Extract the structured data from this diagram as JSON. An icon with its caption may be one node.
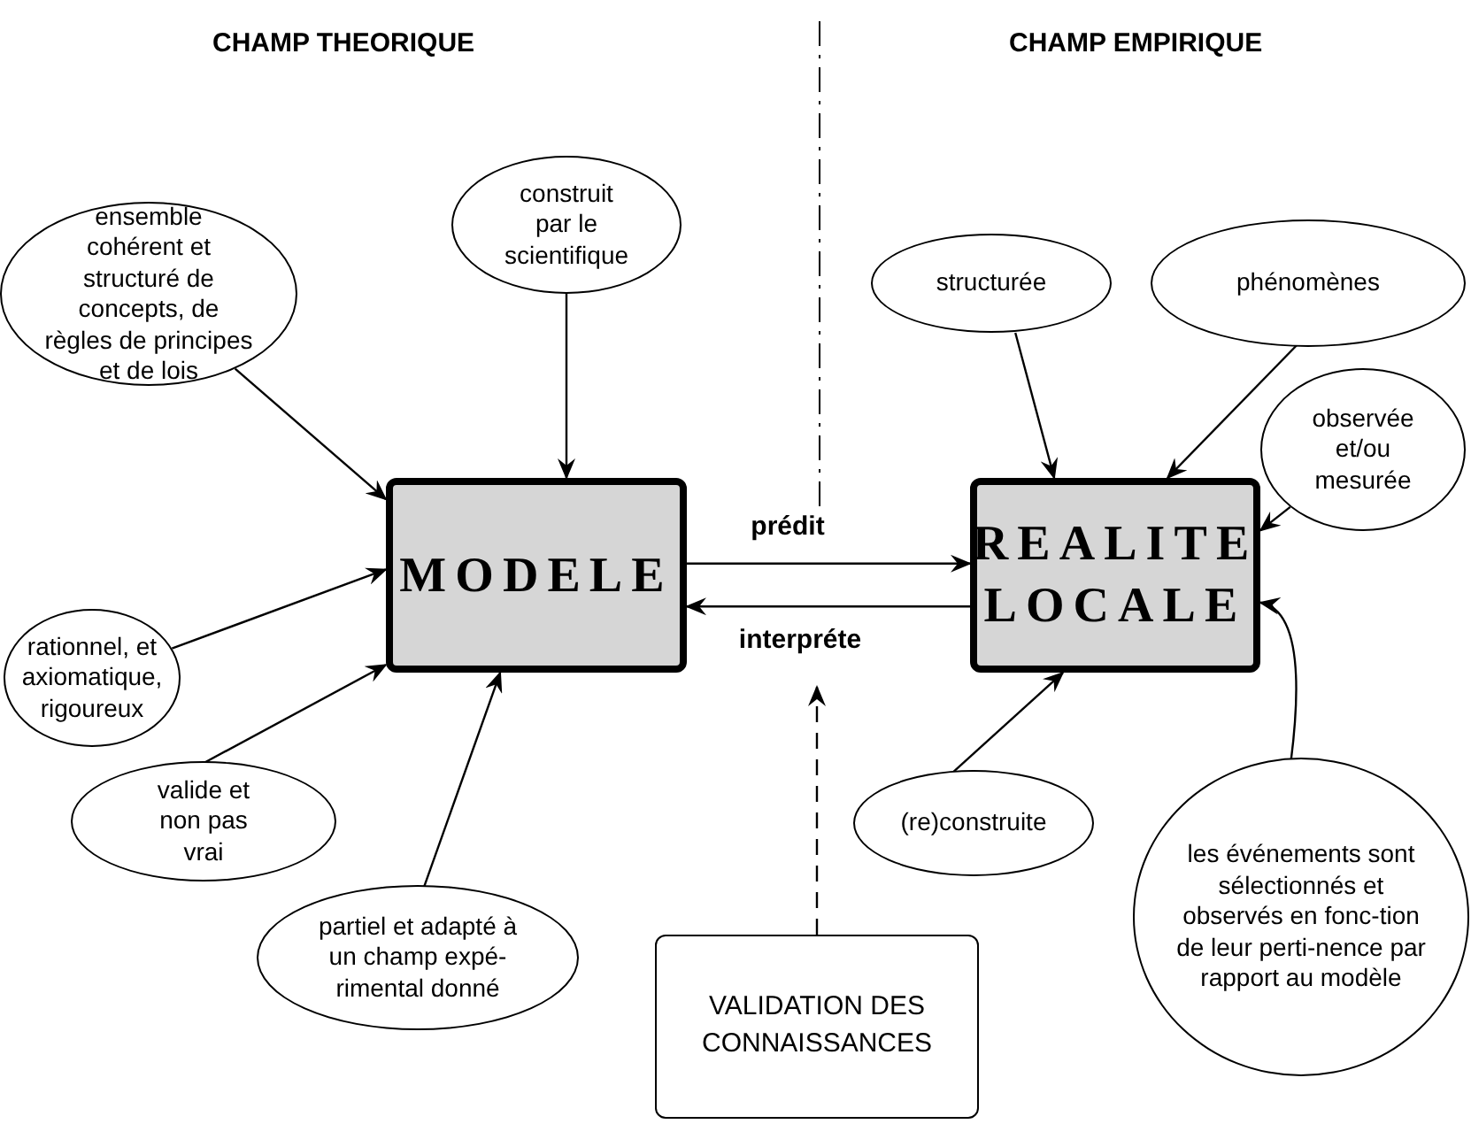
{
  "diagram": {
    "nodes": [
      {
        "text": [
          "ensemble cohérent et structuré de concepts, de règles de principes et de lois"
        ]
      },
      {
        "text": [
          "construit par le scientifique"
        ]
      },
      {
        "text": [
          "MODELE"
        ]
      },
      {
        "text": [
          "rationnel, et axiomatique, rigoureux"
        ]
      },
      {
        "text": [
          "valide et non pas vrai"
        ]
      },
      {
        "text": [
          "partiel et adapté à un champ expé-rimental donné"
        ]
      },
      {
        "text": [
          "structurée"
        ]
      },
      {
        "text": [
          "phénomènes"
        ]
      },
      {
        "text": [
          "observée et/ou mesurée"
        ]
      },
      {
        "text": [
          "REALITE LOCALE"
        ]
      },
      {
        "text": [
          "(re)construite"
        ]
      },
      {
        "text": [
          "les événements sont sélectionnés et observés en fonc-tion de leur perti-nence par rapport au modèle"
        ]
      },
      {
        "text": [
          "VALIDATION DES CONNAISSANCES"
        ]
      }
    ],
    "edges": [
      {
        "from": 0,
        "to": 2,
        "arrow": "to"
      },
      {
        "from": 1,
        "to": 2,
        "arrow": "to"
      },
      {
        "from": 3,
        "to": 2,
        "arrow": "to"
      },
      {
        "from": 4,
        "to": 2,
        "arrow": "to"
      },
      {
        "from": 5,
        "to": 2,
        "arrow": "to"
      },
      {
        "from": 2,
        "to": 9,
        "arrow": "to",
        "label": "prédit"
      },
      {
        "from": 9,
        "to": 2,
        "arrow": "to",
        "label": "interpréte"
      },
      {
        "from": 6,
        "to": 9,
        "arrow": "to"
      },
      {
        "from": 7,
        "to": 9,
        "arrow": "to"
      },
      {
        "from": 8,
        "to": 9,
        "arrow": "to"
      },
      {
        "from": 10,
        "to": 9,
        "arrow": "to"
      },
      {
        "from": 11,
        "to": 9,
        "arrow": "to"
      },
      {
        "from": 12,
        "to": null,
        "arrow": "to",
        "style": "dashed"
      }
    ],
    "labels": [
      "CHAMP THEORIQUE",
      "CHAMP EMPIRIQUE"
    ]
  }
}
